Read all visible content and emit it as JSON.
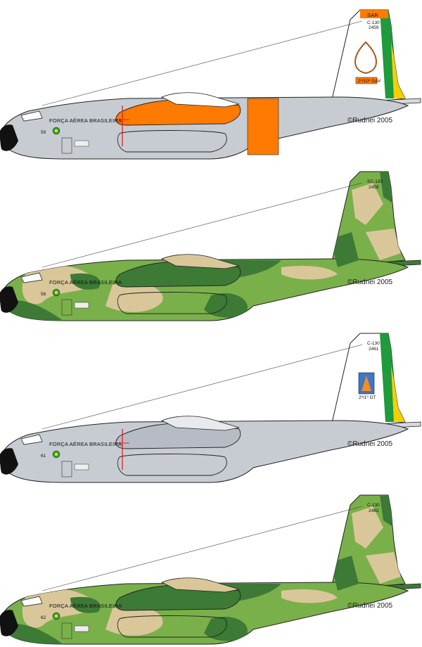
{
  "aircraft": [
    {
      "scheme": "gray-sar",
      "colors": {
        "fuselage": "#c7ccd3",
        "tail": "#ffffff",
        "accent": "#ff7a00",
        "flag_green": "#1f9a3c",
        "flag_yellow": "#f5d000"
      },
      "texts": {
        "tail_badge": "SAR",
        "type": "C-130",
        "serial": "2459",
        "squadron": "2º/10º GAV",
        "nose_number": "59",
        "fuselage_label": "FORÇA AÉREA BRASILEIRA",
        "credit": "©Rudnei 2005"
      }
    },
    {
      "scheme": "camouflage",
      "colors": {
        "green_dark": "#3c7a35",
        "green_light": "#7ab04a",
        "tan": "#d9c79a"
      },
      "texts": {
        "type": "SC-130",
        "serial": "2458",
        "nose_number": "58",
        "fuselage_label": "FORÇA AÉREA BRASILEIRA",
        "credit": "©Rudnei 2005"
      }
    },
    {
      "scheme": "gray",
      "colors": {
        "fuselage": "#c7ccd3",
        "tail": "#ffffff",
        "flag_green": "#1f9a3c",
        "flag_yellow": "#f5d000",
        "badge_blue": "#3a78c8"
      },
      "texts": {
        "type": "C-130",
        "serial": "2461",
        "badge_text": "2º/1º GT",
        "nose_number": "61",
        "fuselage_label": "FORÇA AÉREA BRASILEIRA",
        "credit": "©Rudnei 2005"
      }
    },
    {
      "scheme": "camouflage",
      "colors": {
        "green_dark": "#3c7a35",
        "green_light": "#7ab04a",
        "tan": "#d9c79a"
      },
      "texts": {
        "type": "C-130",
        "serial": "2462",
        "nose_number": "62",
        "fuselage_label": "FORÇA AÉREA BRASILEIRA",
        "credit": "©Rudnei 2005"
      }
    }
  ]
}
